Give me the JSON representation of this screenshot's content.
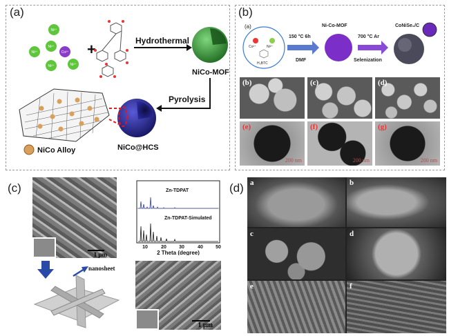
{
  "panels": {
    "a": {
      "label": "(a)",
      "ion_ni": "Ni²⁺",
      "ion_co": "Co²⁺",
      "plus": "+",
      "step1": "Hydrothermal",
      "product1": "NiCo-MOF",
      "step2": "Pyrolysis",
      "product2": "NiCo@HCS",
      "legend": "NiCo Alloy"
    },
    "b": {
      "label": "(b)",
      "sub_a": "(a)",
      "co_ion": "Co²⁺",
      "ni_ion": "Ni²⁺",
      "linker": "H₃BTC",
      "cond1": "150 °C 6h",
      "solvent": "DMF",
      "mof": "Ni-Co-MOF",
      "cond2": "700 °C  Ar",
      "process": "Selenization",
      "product": "CoNiSe₂/C",
      "sem_labels": [
        "(b)",
        "(c)",
        "(d)"
      ],
      "tem_labels": [
        "(e)",
        "(f)",
        "(g)"
      ],
      "scale_tem": "200 nm"
    },
    "c": {
      "label": "(c)",
      "scale": "1 μm",
      "nanosheet": "nanosheet",
      "xrd_line1": "Zn-TDPAT",
      "xrd_line2": "Zn-TDPAT-Simulated",
      "xrd_xlabel": "2 Theta (degree)",
      "xrd_ticks": [
        "10",
        "20",
        "30",
        "40",
        "50"
      ]
    },
    "d": {
      "label": "(d)",
      "sub": [
        "a",
        "b",
        "c",
        "d",
        "e",
        "f"
      ]
    }
  },
  "colors": {
    "ion_green": "#5ec63b",
    "ion_purple": "#8a3cc8",
    "mof_green": "#3a9a3a",
    "hcs_blue": "#2a2a9a",
    "alloy": "#d8a05a",
    "arrow_blue": "#2a4aa8",
    "xrd_blue": "#2a3ab0"
  }
}
